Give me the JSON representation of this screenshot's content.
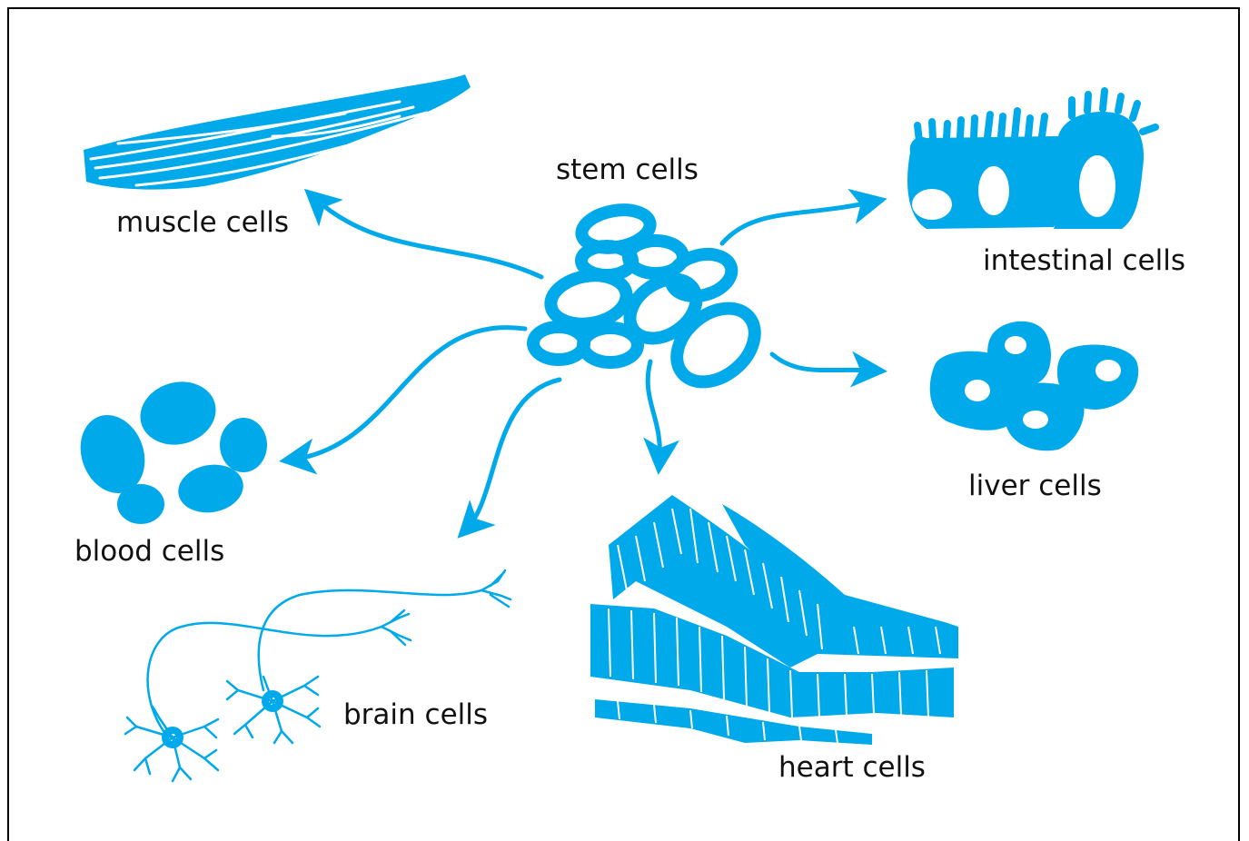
{
  "diagram": {
    "accent_color": "#00a9e9",
    "center": {
      "label": "stem cells"
    },
    "targets": [
      {
        "id": "muscle",
        "label": "muscle cells"
      },
      {
        "id": "intestinal",
        "label": "intestinal cells"
      },
      {
        "id": "liver",
        "label": "liver cells"
      },
      {
        "id": "blood",
        "label": "blood cells"
      },
      {
        "id": "brain",
        "label": "brain cells"
      },
      {
        "id": "heart",
        "label": "heart cells"
      }
    ]
  }
}
